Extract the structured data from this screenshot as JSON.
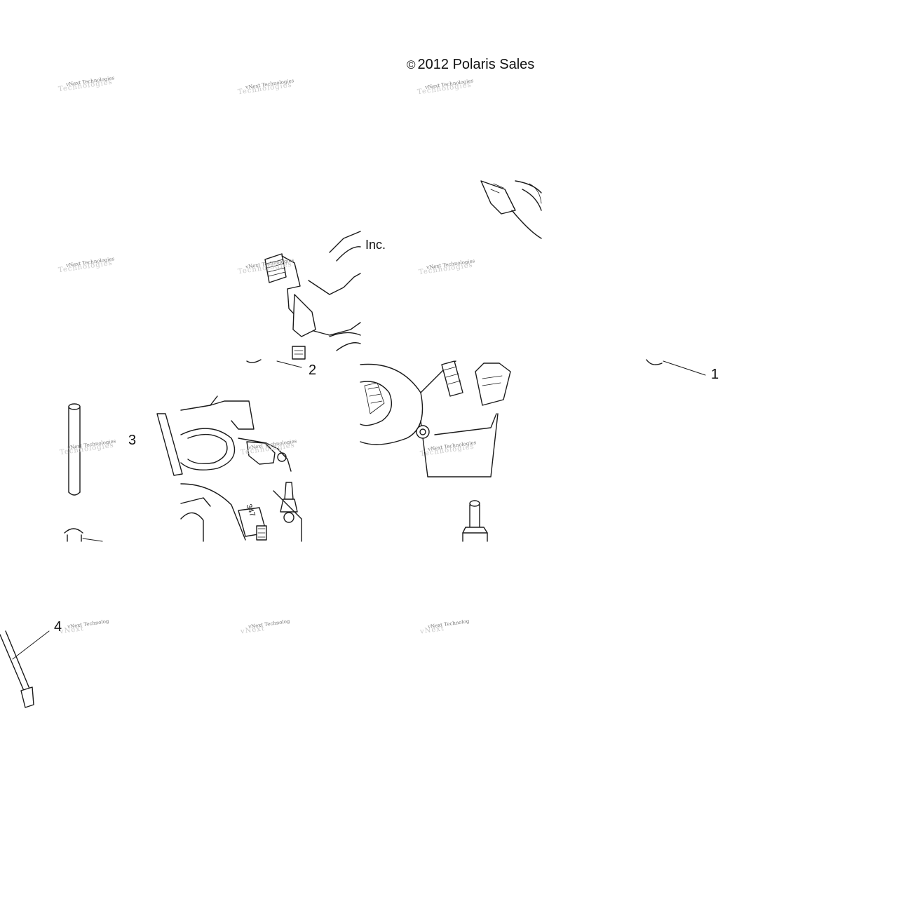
{
  "copyright": {
    "symbol": "©",
    "text": "2012 Polaris Sales",
    "suffix": "Inc."
  },
  "watermark": {
    "text": "vNext Technologies",
    "ghost": "Technologies",
    "short": "vNext Technolog",
    "brand": "vNext"
  },
  "callouts": [
    {
      "id": "1",
      "label": "1"
    },
    {
      "id": "2",
      "label": "2"
    },
    {
      "id": "3",
      "label": "3"
    },
    {
      "id": "4",
      "label": "4"
    }
  ],
  "part_labels": {
    "stamp_347": "347"
  },
  "colors": {
    "line": "#1a1a1a",
    "watermark": "#7a7a7a"
  }
}
